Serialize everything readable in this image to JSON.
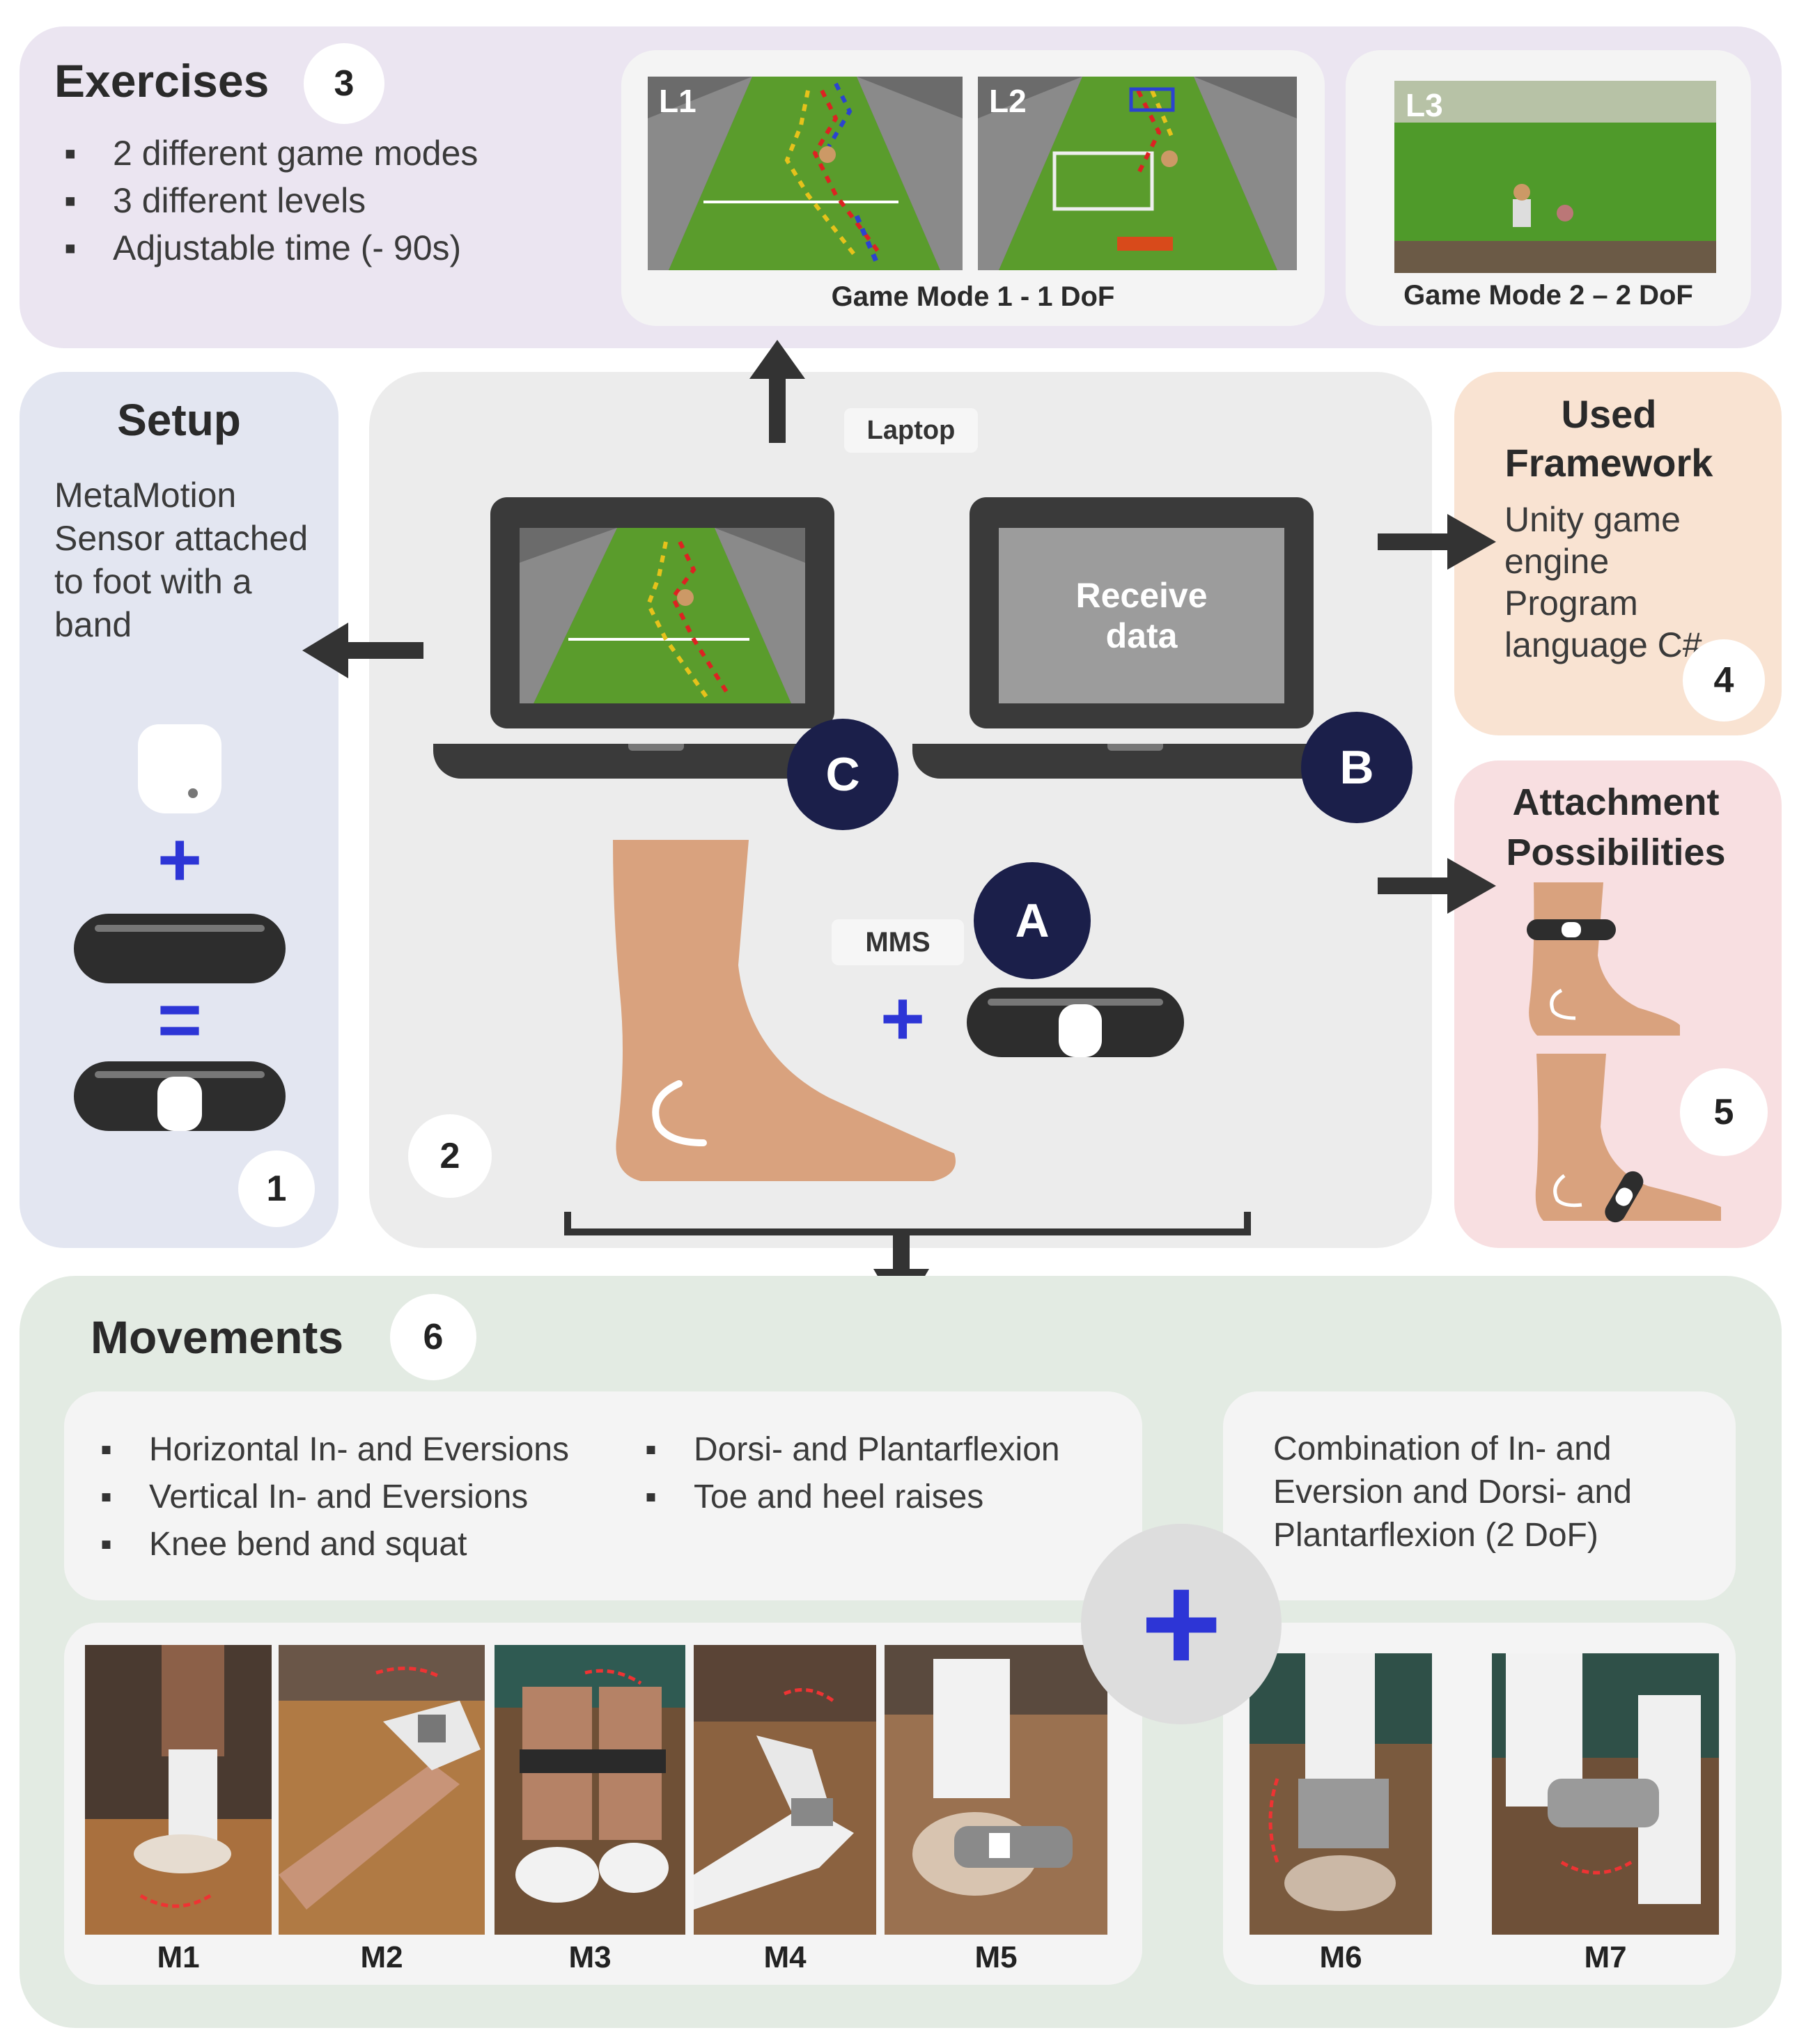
{
  "exercises": {
    "title": "Exercises",
    "number": "3",
    "items": [
      "2 different game modes",
      "3 different levels",
      "Adjustable time (- 90s)"
    ],
    "levels": [
      "L1",
      "L2",
      "L3"
    ],
    "game_mode_1": "Game Mode 1 - 1 DoF",
    "game_mode_2": "Game Mode 2 – 2 DoF"
  },
  "setup": {
    "title": "Setup",
    "description": "MetaMotion Sensor attached to foot with a band",
    "plus": "+",
    "equals": "=",
    "number": "1"
  },
  "center": {
    "laptop_label": "Laptop",
    "receive_data": "Receive data",
    "mms_label": "MMS",
    "plus": "+",
    "letter_a": "A",
    "letter_b": "B",
    "letter_c": "C",
    "number": "2"
  },
  "framework": {
    "title": "Used Framework",
    "text": "Unity game engine Program language C#",
    "number": "4"
  },
  "attachment": {
    "title": "Attachment Possibilities",
    "number": "5"
  },
  "movements": {
    "title": "Movements",
    "number": "6",
    "list_left": [
      "Horizontal In- and Eversions",
      "Vertical In- and Eversions",
      "Knee bend and squat"
    ],
    "list_right": [
      "Dorsi- and Plantarflexion",
      "Toe and heel raises"
    ],
    "combination": "Combination of In- and Eversion and Dorsi- and Plantarflexion (2 DoF)",
    "plus": "+",
    "photos": [
      "M1",
      "M2",
      "M3",
      "M4",
      "M5",
      "M6",
      "M7"
    ]
  },
  "colors": {
    "exercises_bg": "#ebe5f1",
    "setup_bg": "#e3e6f1",
    "center_bg": "#ececec",
    "framework_bg": "#f9e3d2",
    "attachment_bg": "#f8dfe1",
    "movements_bg": "#e3ebe3",
    "accent_blue": "#2d35d6",
    "navy": "#1b1f4a",
    "skin": "#d9a27e",
    "arrow": "#333333"
  }
}
